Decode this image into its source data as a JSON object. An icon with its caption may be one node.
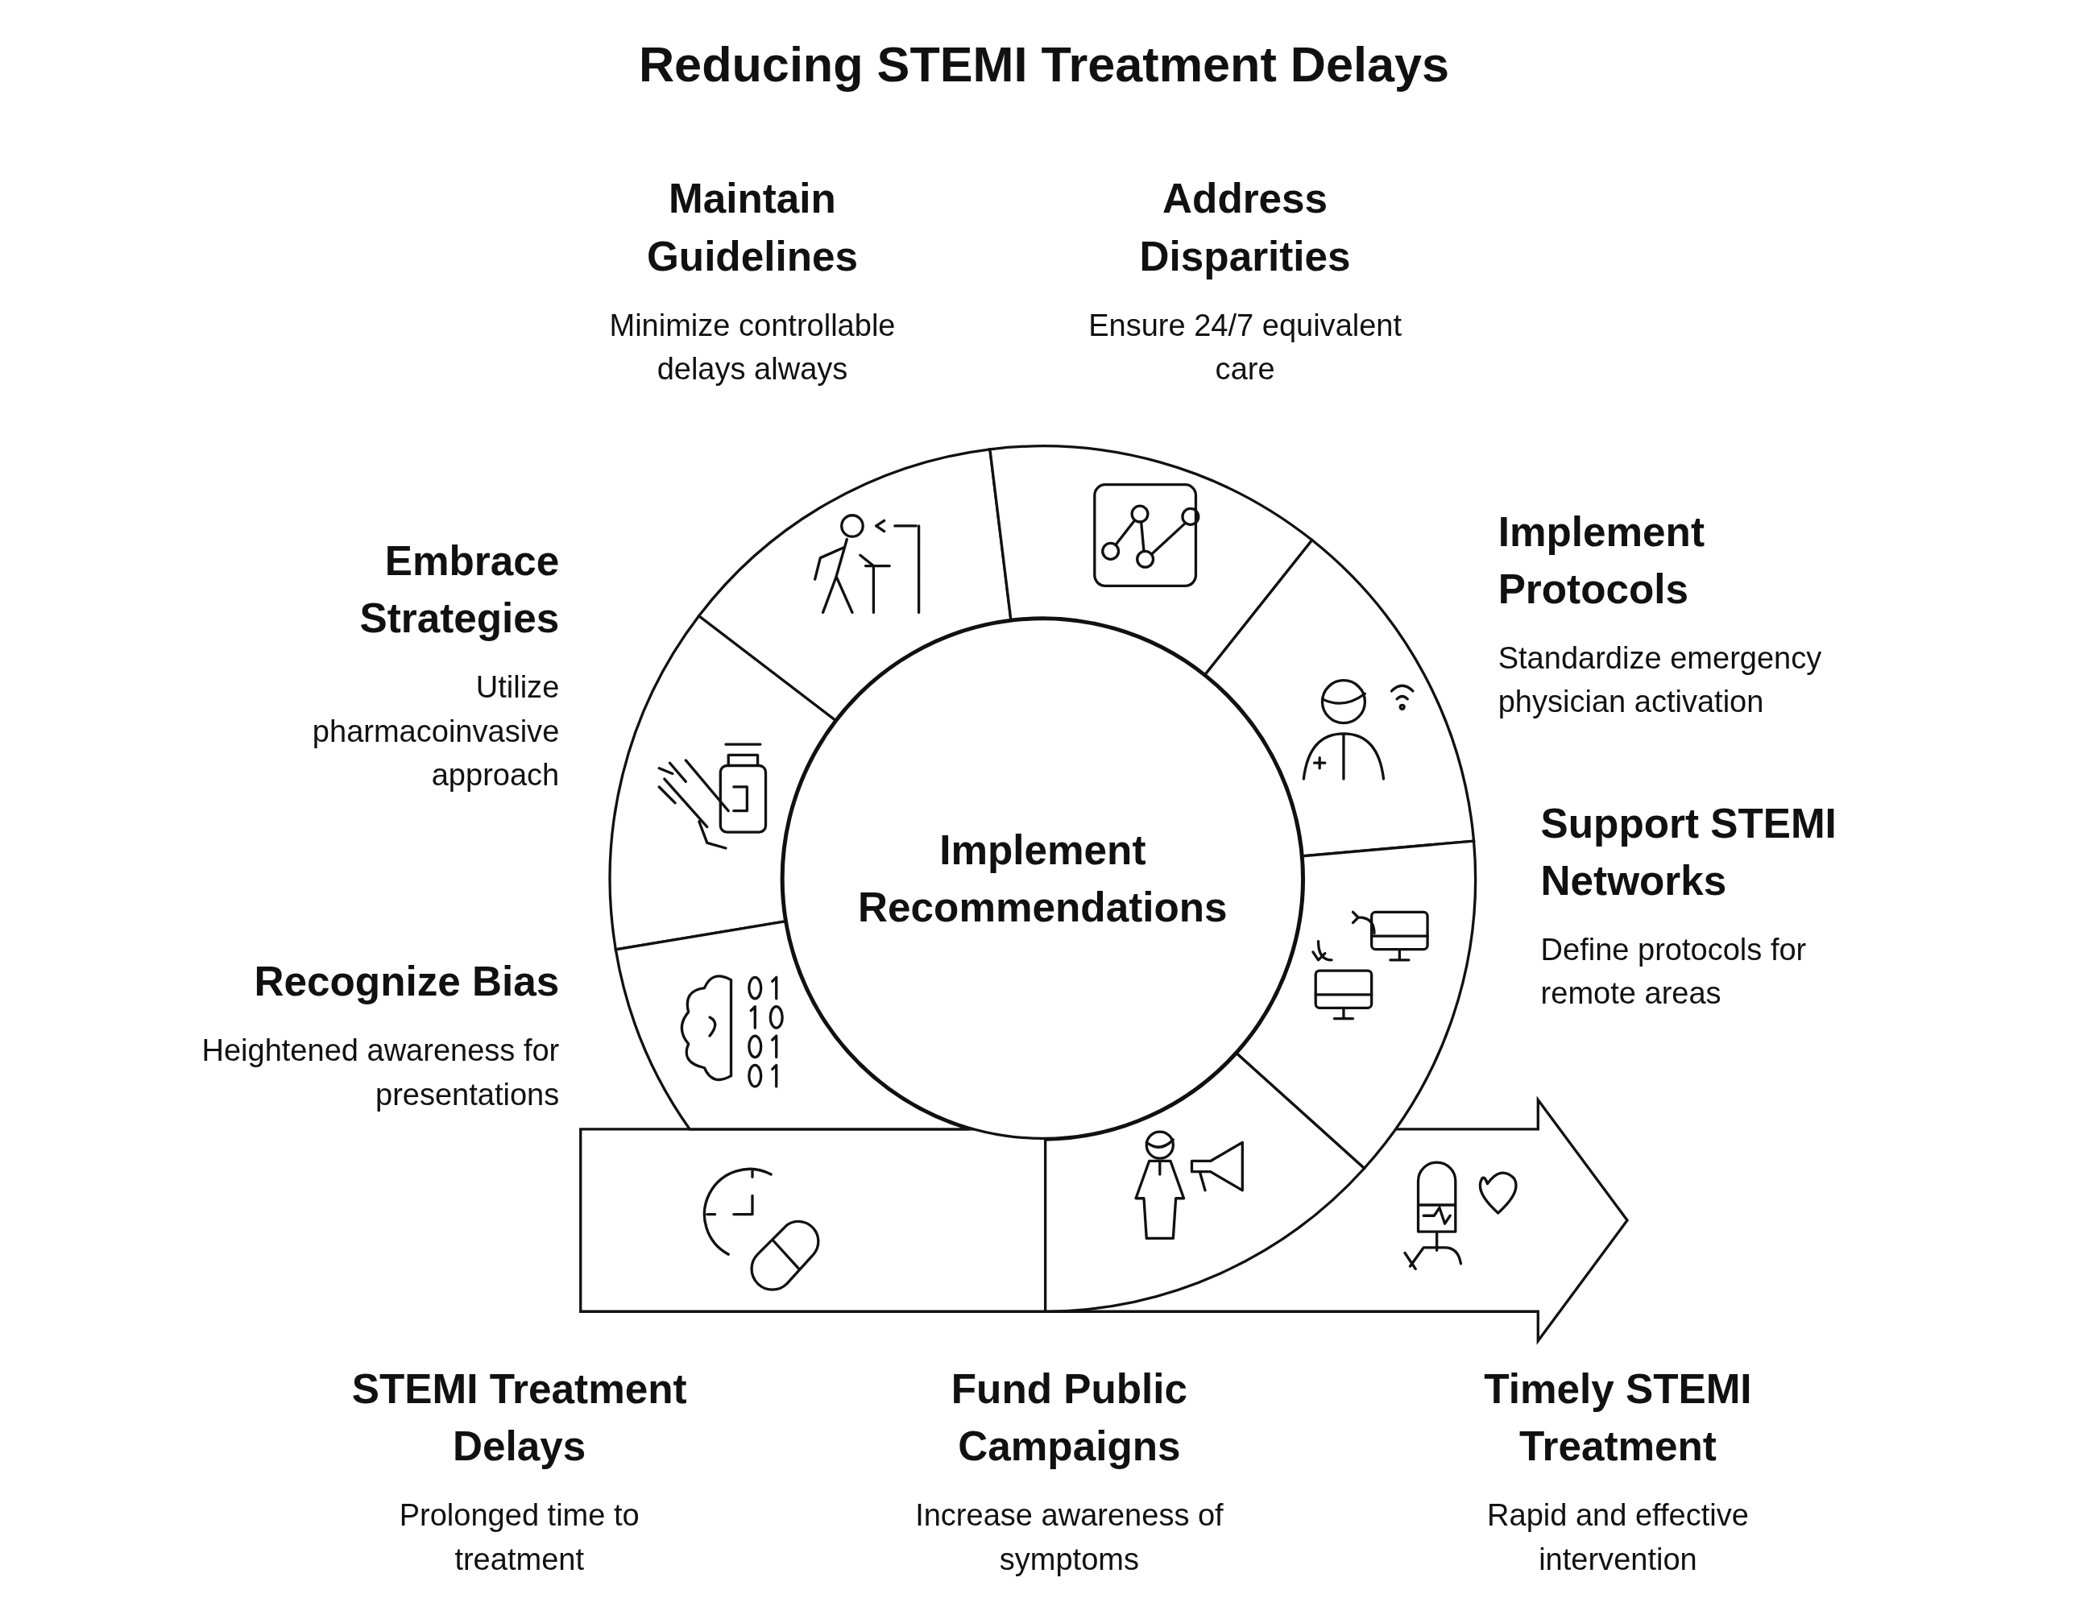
{
  "diagram": {
    "title": "Reducing STEMI Treatment Delays",
    "nodes": [
      {
        "text": [
          "Maintain Guidelines",
          "Minimize controllable delays always"
        ]
      },
      {
        "text": [
          "Address Disparities",
          "Ensure 24/7 equivalent care"
        ]
      },
      {
        "text": [
          "Embrace Strategies",
          "Utilize pharmacoinvasive approach"
        ]
      },
      {
        "text": [
          "Implement Protocols",
          "Standardize emergency physician activation"
        ]
      },
      {
        "text": [
          "Implement Recommendations"
        ]
      },
      {
        "text": [
          "Support STEMI Networks",
          "Define protocols for remote areas"
        ]
      },
      {
        "text": [
          "Recognize Bias",
          "Heightened awareness for presentations"
        ]
      },
      {
        "text": [
          "STEMI Treatment Delays",
          "Prolonged time to treatment"
        ]
      },
      {
        "text": [
          "Fund Public Campaigns",
          "Increase awareness of symptoms"
        ]
      },
      {
        "text": [
          "Timely STEMI Treatment",
          "Rapid and effective intervention"
        ]
      }
    ]
  }
}
